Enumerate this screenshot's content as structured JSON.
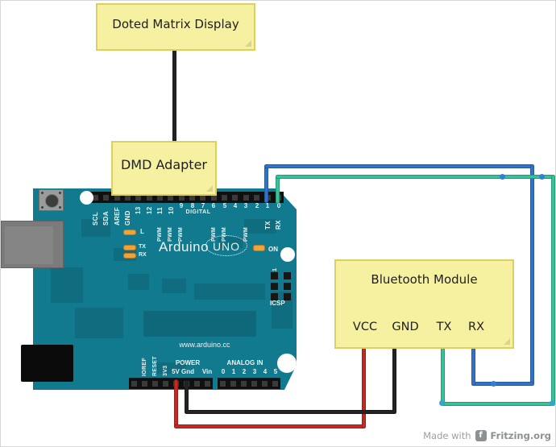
{
  "notes": {
    "display": {
      "label": "Doted Matrix Display"
    },
    "adapter": {
      "label": "DMD Adapter"
    },
    "bluetooth": {
      "label": "Bluetooth Module",
      "pins": [
        "VCC",
        "GND",
        "TX",
        "RX"
      ]
    }
  },
  "board": {
    "brand": "Arduino",
    "model": "UNO",
    "top_pins_rotated": [
      "SCL",
      "SDA",
      "AREF",
      "GND"
    ],
    "digital_two_digit": [
      "13",
      "12",
      "11",
      "10"
    ],
    "digital_single": [
      "9",
      "8",
      "7",
      "6",
      "5",
      "4",
      "3",
      "2",
      "1",
      "0"
    ],
    "digital_label": "DIGITAL",
    "pwm_label": "PWM",
    "serial_tx": "TX",
    "serial_rx": "RX",
    "led_l": "L",
    "led_tx": "TX",
    "led_rx": "RX",
    "led_on": "ON",
    "icsp_label": "ICSP",
    "icsp_pin1": "1",
    "url": "www.arduino.cc",
    "power_label": "POWER",
    "power_rotated": [
      "IOREF",
      "RESET",
      "3V3"
    ],
    "power_horizontal": [
      "5V",
      "Gnd",
      "Vin"
    ],
    "analog_label": "ANALOG IN",
    "analog_pins": [
      "0",
      "1",
      "2",
      "3",
      "4",
      "5"
    ]
  },
  "footer": {
    "made_with": "Made with",
    "brand": "Fritzing.org"
  },
  "colors": {
    "board": "#117a8e",
    "note_bg": "#f6f1a1",
    "note_border": "#ddce66",
    "wire_red": "#c32a23",
    "wire_black": "#232323",
    "wire_blue": "#3472c7",
    "wire_green": "#36c39a",
    "dot_blue": "#2f80d6",
    "dot_teal": "#2fa8c9",
    "usb_gray": "#7b7b7b",
    "jack_black": "#0b0b0b"
  }
}
